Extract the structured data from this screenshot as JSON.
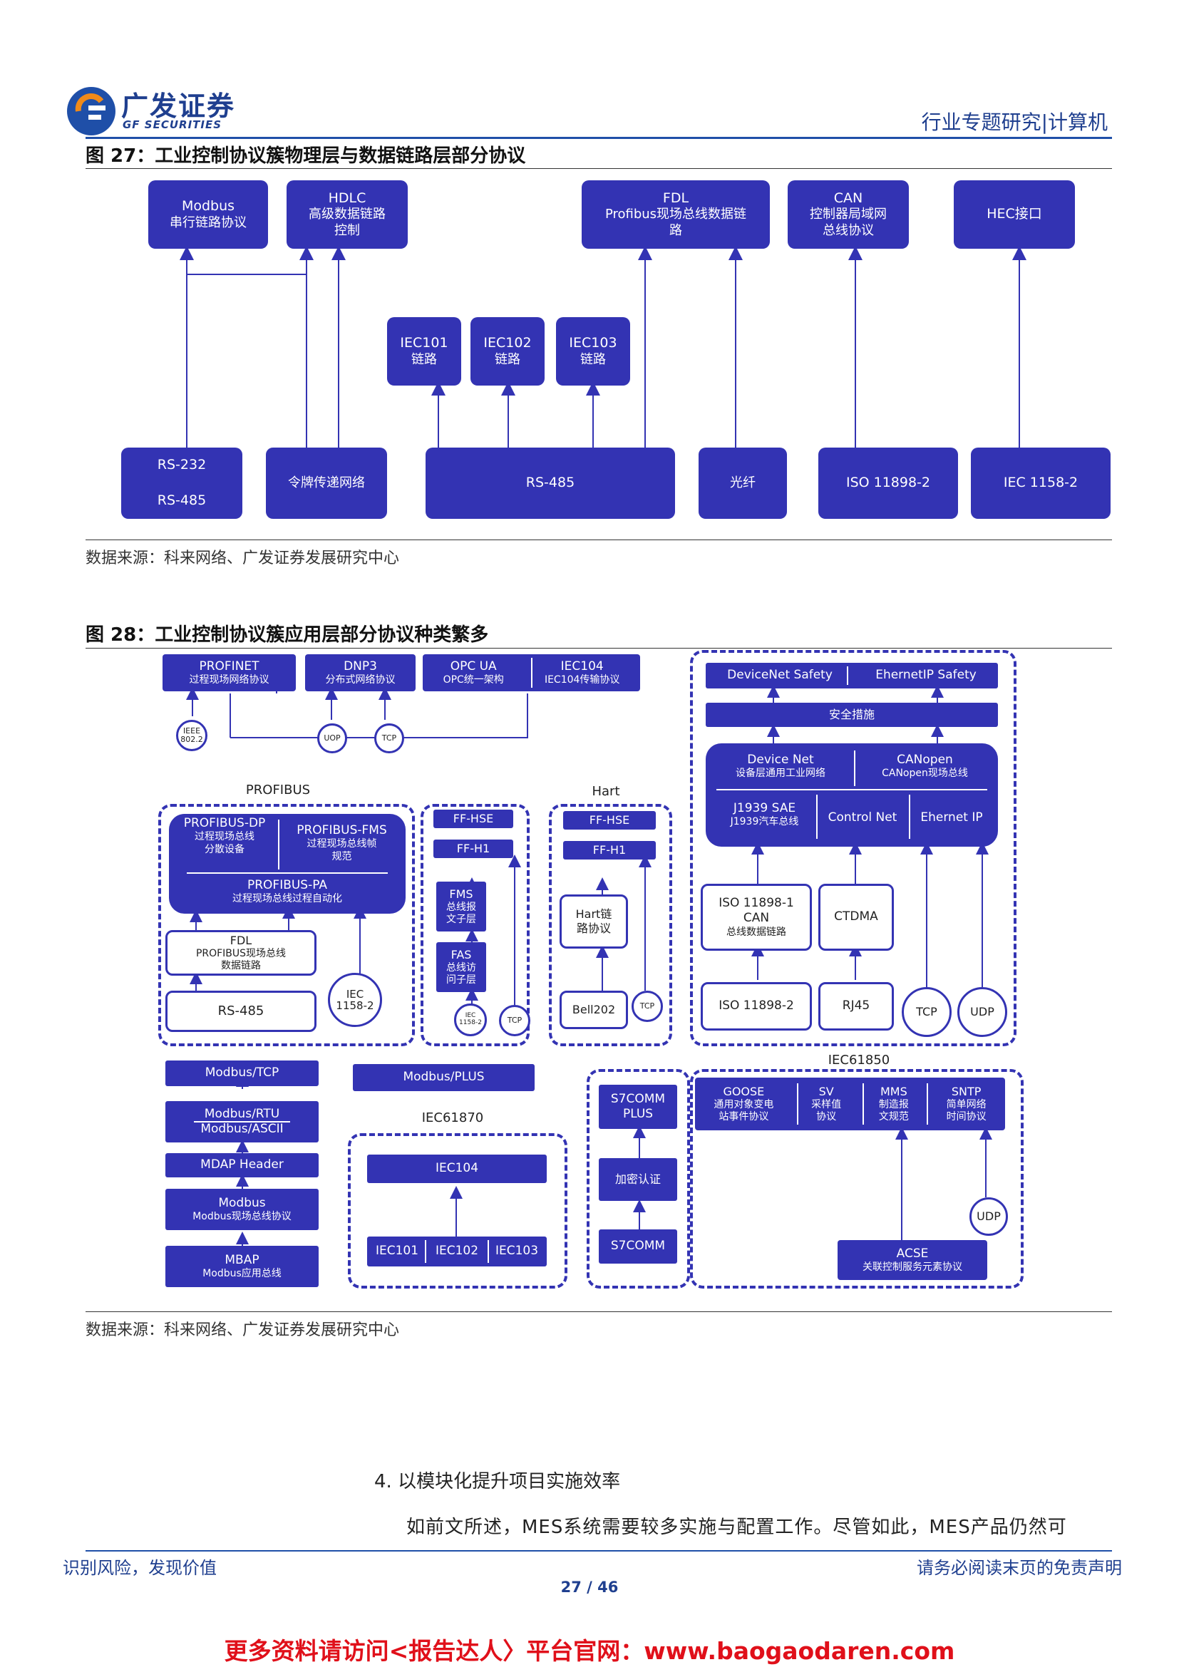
{
  "header": {
    "logo_cn": "广发证券",
    "logo_en": "GF SECURITIES",
    "report_type": "行业专题研究|计算机"
  },
  "fig27": {
    "title": "图 27：工业控制协议簇物理层与数据链路层部分协议",
    "top": {
      "modbus": [
        "Modbus",
        "串行链路协议"
      ],
      "hdlc": [
        "HDLC",
        "高级数据链路",
        "控制"
      ],
      "fdl": [
        "FDL",
        "Profibus现场总线数据链",
        "路"
      ],
      "can": [
        "CAN",
        "控制器局域网",
        "总线协议"
      ],
      "hec": "HEC接口"
    },
    "mid": {
      "iec101": [
        "IEC101",
        "链路"
      ],
      "iec102": [
        "IEC102",
        "链路"
      ],
      "iec103": [
        "IEC103",
        "链路"
      ]
    },
    "bottom": {
      "rs232": "RS-232",
      "rs485a": "RS-485",
      "token": "令牌传递网络",
      "rs485": "RS-485",
      "fiber": "光纤",
      "iso": "ISO 11898-2",
      "iec1158": "IEC 1158-2"
    },
    "source": "数据来源：科来网络、广发证券发展研究中心"
  },
  "fig28": {
    "title": "图 28：工业控制协议簇应用层部分协议种类繁多",
    "profinet": [
      "PROFINET",
      "过程现场网络协议"
    ],
    "dnp3": [
      "DNP3",
      "分布式网络协议"
    ],
    "opcua": [
      "OPC UA",
      "OPC统一架构"
    ],
    "iec104top": [
      "IEC104",
      "IEC104传输协议"
    ],
    "ieee": [
      "IEEE",
      "802.2"
    ],
    "uop": "UOP",
    "tcp_a": "TCP",
    "profibus_label": "PROFIBUS",
    "profibus_dp": [
      "PROFIBUS-DP",
      "过程现场总线",
      "分散设备"
    ],
    "profibus_fms": [
      "PROFIBUS-FMS",
      "过程现场总线帧",
      "规范"
    ],
    "profibus_pa": [
      "PROFIBUS-PA",
      "过程现场总线过程自动化"
    ],
    "fdl": [
      "FDL",
      "PROFIBUS现场总线",
      "数据链路"
    ],
    "rs485": "RS-485",
    "iec1158": [
      "IEC",
      "1158-2"
    ],
    "ff_hse": "FF-HSE",
    "ff_h1": "FF-H1",
    "fms": [
      "FMS",
      "总线报",
      "文子层"
    ],
    "fas": [
      "FAS",
      "总线访",
      "问子层"
    ],
    "ff_iec": [
      "IEC",
      "1158-2"
    ],
    "ff_tcp": "TCP",
    "hart_label": "Hart",
    "hart_ffhse": "FF-HSE",
    "hart_ffh1": "FF-H1",
    "hart_link": [
      "Hart链",
      "路协议"
    ],
    "bell202": "Bell202",
    "hart_tcp": "TCP",
    "dn_safety": "DeviceNet Safety",
    "eip_safety": "EhernetIP Safety",
    "safety": "安全措施",
    "devicenet": [
      "Device Net",
      "设备层通用工业网络"
    ],
    "canopen": [
      "CANopen",
      "CANopen现场总线"
    ],
    "j1939": [
      "J1939  SAE",
      "J1939汽车总线"
    ],
    "controlnet": "Control Net",
    "ethernetip": "Ehernet IP",
    "iso_can": [
      "ISO 11898-1",
      "CAN",
      "总线数据链路"
    ],
    "ctdma": "CTDMA",
    "iso2": "ISO 11898-2",
    "rj45": "RJ45",
    "tcp_r": "TCP",
    "udp_r": "UDP",
    "iec61850": "IEC61850",
    "modbus_tcp": "Modbus/TCP",
    "modbus_rtu": "Modbus/RTU",
    "modbus_ascii": "Modbus/ASCII",
    "mdap": "MDAP Header",
    "modbus": [
      "Modbus",
      "Modbus现场总线协议"
    ],
    "mbap": [
      "MBAP",
      "Modbus应用总线"
    ],
    "modbus_plus": "Modbus/PLUS",
    "iec61870": "IEC61870",
    "iec104": "IEC104",
    "iec101": "IEC101",
    "iec102": "IEC102",
    "iec103": "IEC103",
    "s7plus": [
      "S7COMM",
      "PLUS"
    ],
    "encrypt": "加密认证",
    "s7": "S7COMM",
    "goose": [
      "GOOSE",
      "通用对象变电",
      "站事件协议"
    ],
    "sv": [
      "SV",
      "采样值",
      "协议"
    ],
    "mms": [
      "MMS",
      "制造报",
      "文规范"
    ],
    "sntp": [
      "SNTP",
      "简单网络",
      "时间协议"
    ],
    "udp": "UDP",
    "acse": [
      "ACSE",
      "关联控制服务元素协议"
    ],
    "source": "数据来源：科来网络、广发证券发展研究中心"
  },
  "body": {
    "section": "4.    以模块化提升项目实施效率",
    "paragraph": "如前文所述，MES系统需要较多实施与配置工作。尽管如此，MES产品仍然可"
  },
  "footer": {
    "left": "识别风险，发现价值",
    "right": "请务必阅读末页的免责声明",
    "page": "27 / 46",
    "promo": "更多资料请访问<报告达人〉平台官网：www.baogaodaren.com"
  },
  "colors": {
    "brand_blue": "#1f3f8f",
    "box_blue": "#3333b3",
    "promo_red": "#e0101a"
  }
}
